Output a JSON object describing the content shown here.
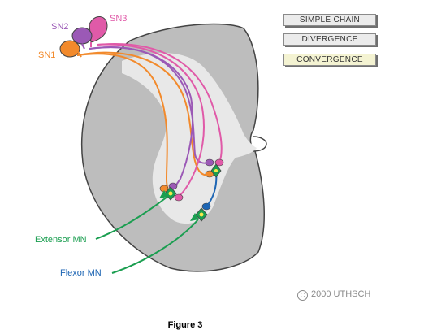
{
  "buttons": {
    "simple_chain": "SIMPLE CHAIN",
    "divergence": "DIVERGENCE",
    "convergence": "CONVERGENCE",
    "active": "convergence"
  },
  "neurons": {
    "sn1": "SN1",
    "sn2": "SN2",
    "sn3": "SN3"
  },
  "motor_neurons": {
    "extensor": "Extensor MN",
    "flexor": "Flexor MN"
  },
  "copyright": {
    "symbol": "C",
    "text": "2000 UTHSCH"
  },
  "caption": "Figure 3",
  "colors": {
    "sn1": "#f28a2c",
    "sn2": "#9b59b6",
    "sn3": "#e05aa8",
    "motor": "#1a9e50",
    "flexor_axon": "#1e66b4",
    "label_flexor": "#1e66b4",
    "cord_outer": "#bdbdbd",
    "cord_inner": "#e8e8e8",
    "button_active": "#f4f3d2"
  }
}
